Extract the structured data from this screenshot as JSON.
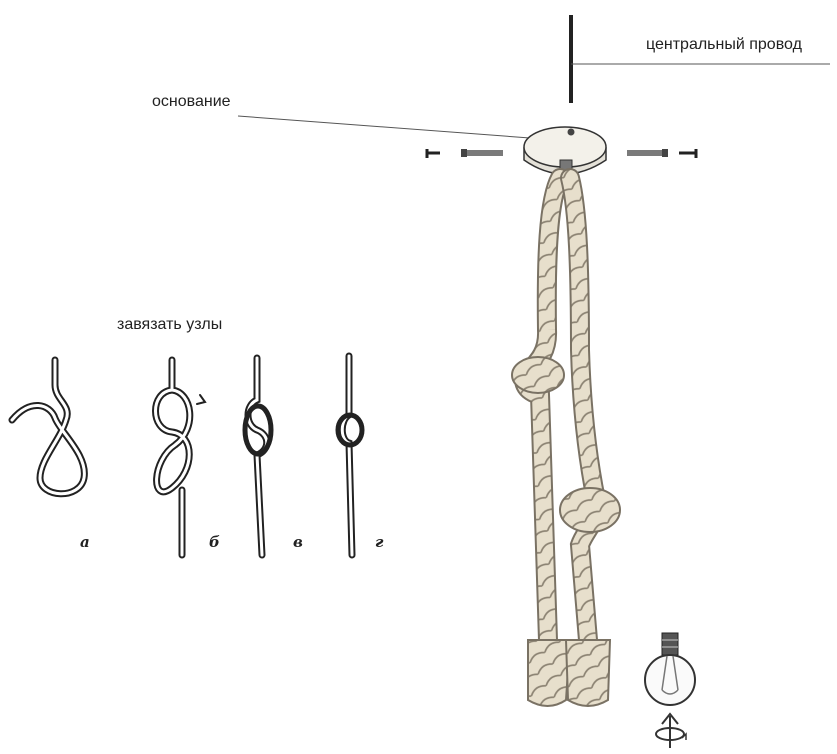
{
  "labels": {
    "central_wire": "центральный провод",
    "base": "основание",
    "tie_knots": "завязать узлы"
  },
  "knot_steps": [
    "а",
    "б",
    "в",
    "г"
  ],
  "colors": {
    "line": "#222222",
    "rope": "#d9cfb8",
    "rope_shade": "#8c8373",
    "canopy": "#f3f1ea",
    "screw": "#6e6e6e"
  },
  "icons": [
    "bulb-icon",
    "rotate-arrow-icon",
    "screw-icon"
  ]
}
